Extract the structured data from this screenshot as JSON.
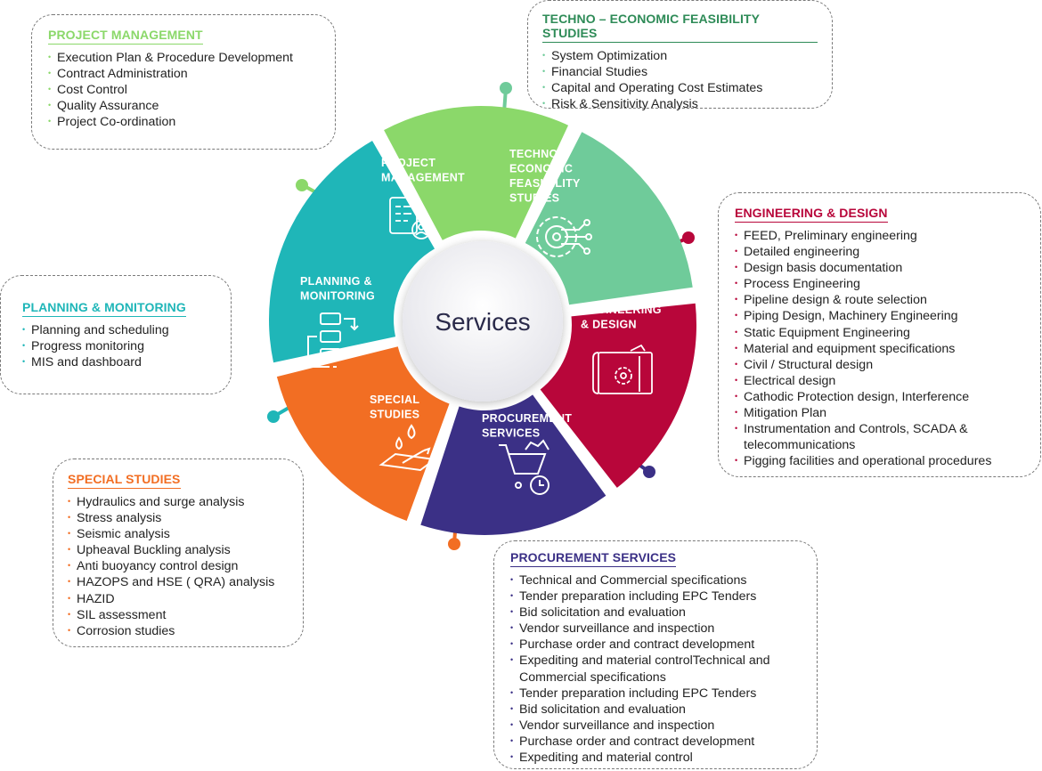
{
  "center_title": "Services",
  "colors": {
    "project_management": "#8bd86a",
    "techno_economic": "#6fcb9a",
    "engineering": "#b8063a",
    "procurement": "#3b3086",
    "special_studies": "#f26e23",
    "planning": "#1fb6b8"
  },
  "segments": {
    "project_management": {
      "label_lines": [
        "PROJECT",
        "MANAGEMENT"
      ],
      "icon": "document-checklist-icon"
    },
    "techno_economic": {
      "label_lines": [
        "TECHNO –",
        "ECONOMIC",
        "FEASIBILITY",
        "STUDIES"
      ],
      "icon": "gear-circuit-icon"
    },
    "engineering": {
      "label_lines": [
        "ENGINEERING",
        "& DESIGN"
      ],
      "icon": "blueprint-gear-icon"
    },
    "procurement": {
      "label_lines": [
        "PROCUREMENT",
        "SERVICES"
      ],
      "icon": "cart-clock-icon"
    },
    "special_studies": {
      "label_lines": [
        "SPECIAL",
        "STUDIES"
      ],
      "icon": "drops-surface-icon"
    },
    "planning": {
      "label_lines": [
        "PLANNING &",
        "MONITORING"
      ],
      "icon": "flowchart-icon"
    }
  },
  "boxes": {
    "project_management": {
      "title": "PROJECT MANAGEMENT",
      "items": [
        "Execution Plan & Procedure Development",
        "Contract Administration",
        "Cost Control",
        "Quality Assurance",
        "Project Co-ordination"
      ]
    },
    "techno_economic": {
      "title": "TECHNO – ECONOMIC FEASIBILITY STUDIES",
      "items": [
        "System Optimization",
        "Financial Studies",
        "Capital and Operating Cost Estimates",
        "Risk & Sensitivity Analysis"
      ]
    },
    "engineering": {
      "title": "ENGINEERING & DESIGN",
      "items": [
        "FEED, Preliminary engineering",
        "Detailed engineering",
        "Design basis documentation",
        "Process Engineering",
        "Pipeline design & route selection",
        "Piping Design, Machinery Engineering",
        "Static Equipment Engineering",
        "Material and equipment specifications",
        "Civil / Structural design",
        "Electrical design",
        "Cathodic Protection design, Interference",
        "Mitigation Plan",
        "Instrumentation and Controls, SCADA & telecommunications",
        "Pigging facilities and operational procedures"
      ]
    },
    "planning": {
      "title": "PLANNING & MONITORING",
      "items": [
        "Planning and scheduling",
        "Progress monitoring",
        "MIS and dashboard"
      ]
    },
    "special_studies": {
      "title": "SPECIAL STUDIES",
      "items": [
        "Hydraulics and surge analysis",
        "Stress analysis",
        "Seismic analysis",
        "Upheaval Buckling analysis",
        "Anti buoyancy control design",
        "HAZOPS and HSE ( QRA) analysis",
        "HAZID",
        "SIL assessment",
        "Corrosion studies"
      ]
    },
    "procurement": {
      "title": "PROCUREMENT SERVICES",
      "items": [
        "Technical and Commercial specifications",
        "Tender preparation including EPC Tenders",
        "Bid solicitation and evaluation",
        "Vendor surveillance and inspection",
        "Purchase order and contract development",
        "Expediting and material controlTechnical and Commercial specifications",
        "Tender preparation including EPC Tenders",
        "Bid solicitation and evaluation",
        "Vendor surveillance and inspection",
        "Purchase order and contract development",
        "Expediting and material control"
      ]
    }
  }
}
